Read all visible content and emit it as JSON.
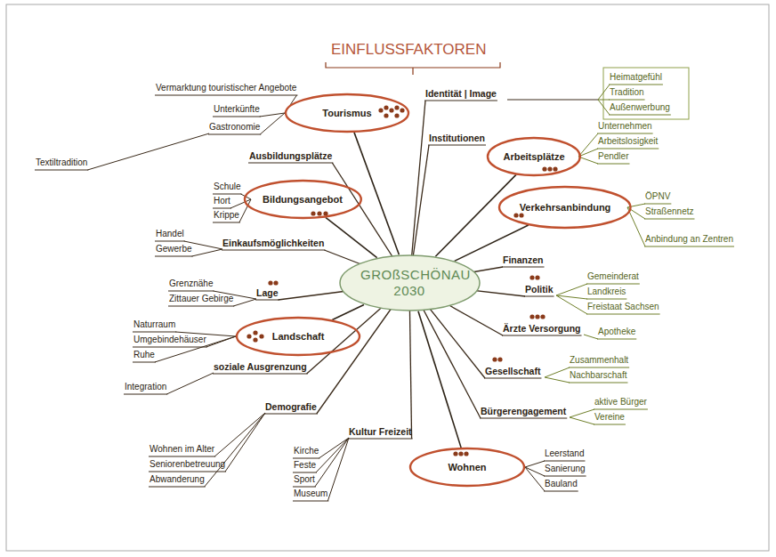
{
  "diagram": {
    "title": "EINFLUSSFAKTOREN",
    "nodes": [
      {
        "text": [
          "Tourismus"
        ]
      },
      {
        "text": [
          "Arbeitsplätze"
        ]
      },
      {
        "text": [
          "Bildungsangebot"
        ]
      },
      {
        "text": [
          "Verkehrsanbindung"
        ]
      },
      {
        "text": [
          "GROßSCHÖNAU 2030"
        ]
      },
      {
        "text": [
          "Landschaft"
        ]
      },
      {
        "text": [
          "Wohnen"
        ]
      }
    ],
    "edges": [
      {
        "from": 4,
        "to": 0,
        "arrow": "none"
      },
      {
        "from": 4,
        "to": 1,
        "arrow": "none"
      },
      {
        "from": 4,
        "to": 2,
        "arrow": "none"
      },
      {
        "from": 4,
        "to": 3,
        "arrow": "none"
      },
      {
        "from": 4,
        "to": 5,
        "arrow": "none"
      },
      {
        "from": 4,
        "to": 6,
        "arrow": "none"
      }
    ],
    "labels": [
      "Vermarktung touristischer Angebote",
      "Unterkünfte",
      "Gastronomie",
      "Textiltradition",
      "Identität | Image",
      "Heimatgefühl",
      "Tradition",
      "Außenwerbung",
      "Institutionen",
      "Unternehmen",
      "Arbeitslosigkeit",
      "Pendler",
      "ÖPNV",
      "Straßennetz",
      "Anbindung an Zentren",
      "Finanzen",
      "Politik",
      "Gemeinderat",
      "Landkreis",
      "Freistaat Sachsen",
      "Ärzte Versorgung",
      "Apotheke",
      "Gesellschaft",
      "Zusammenhalt",
      "Nachbarschaft",
      "Bürgerengagement",
      "aktive Bürger",
      "Vereine",
      "Leerstand",
      "Sanierung",
      "Bauland",
      "Kultur Freizeit",
      "Kirche",
      "Feste",
      "Sport",
      "Museum",
      "Demografie",
      "Wohnen im Alter",
      "Seniorenbetreuung",
      "Abwanderung",
      "soziale Ausgrenzung",
      "Integration",
      "Naturraum",
      "Umgebindehäuser",
      "Ruhe",
      "Lage",
      "Grenznähe",
      "Zittauer Gebirge",
      "Einkaufsmöglichkeiten",
      "Handel",
      "Gewerbe",
      "Schule",
      "Hort",
      "Krippe",
      "Ausbildungsplätze"
    ]
  }
}
